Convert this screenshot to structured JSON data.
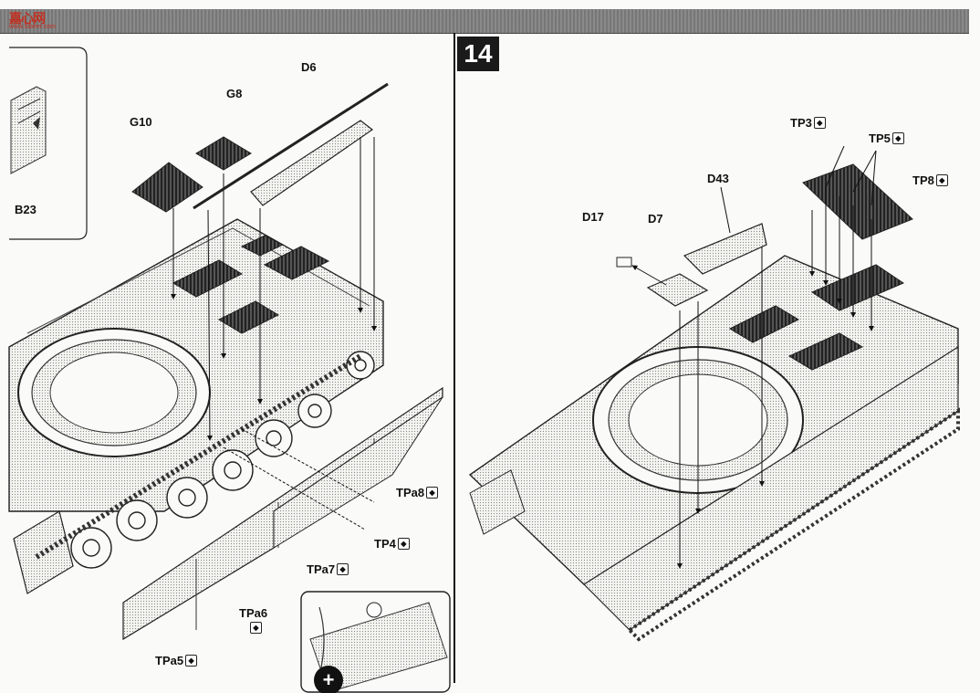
{
  "header": {
    "logo_text": "嘉心网",
    "logo_url": "www.5ibeer.com"
  },
  "step": {
    "number": "14"
  },
  "left_callouts": {
    "b23": "B23",
    "g10": "G10",
    "g8": "G8",
    "d6": "D6",
    "tpa8": "TPa8",
    "tp4": "TP4",
    "tpa7": "TPa7",
    "tpa6": "TPa6",
    "tpa5": "TPa5"
  },
  "right_callouts": {
    "d17": "D17",
    "d7": "D7",
    "d43": "D43",
    "tp3": "TP3",
    "tp5": "TP5",
    "tp8": "TP8"
  },
  "photo_etch_mark": "◆",
  "detail_symbol": "+"
}
